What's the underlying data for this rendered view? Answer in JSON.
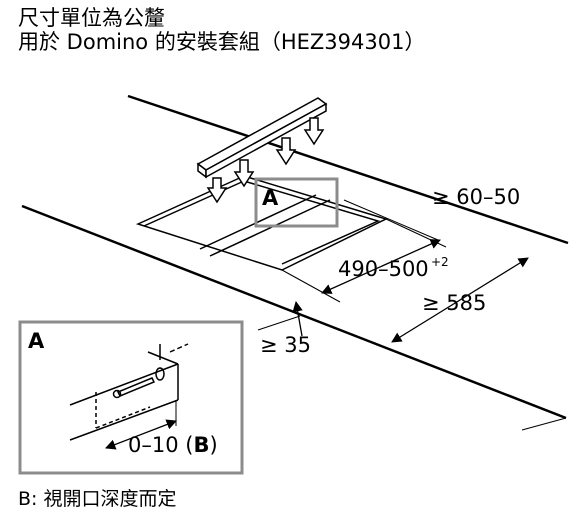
{
  "header": {
    "title_line1": "尺寸單位為公釐",
    "title_line2": "用於 Domino 的安裝套組（HEZ394301）"
  },
  "diagram": {
    "callout_main": "A",
    "inset_label": "A",
    "dim_depth": "≥ 60–50",
    "dim_cutout": "490–500",
    "dim_cutout_tol": "+2",
    "dim_width": "≥ 585",
    "dim_front": "≥ 35",
    "dim_inset_range": "0–10 (",
    "dim_inset_B": "B",
    "dim_inset_close": ")"
  },
  "footer": {
    "note": "B: 視開口深度而定"
  }
}
